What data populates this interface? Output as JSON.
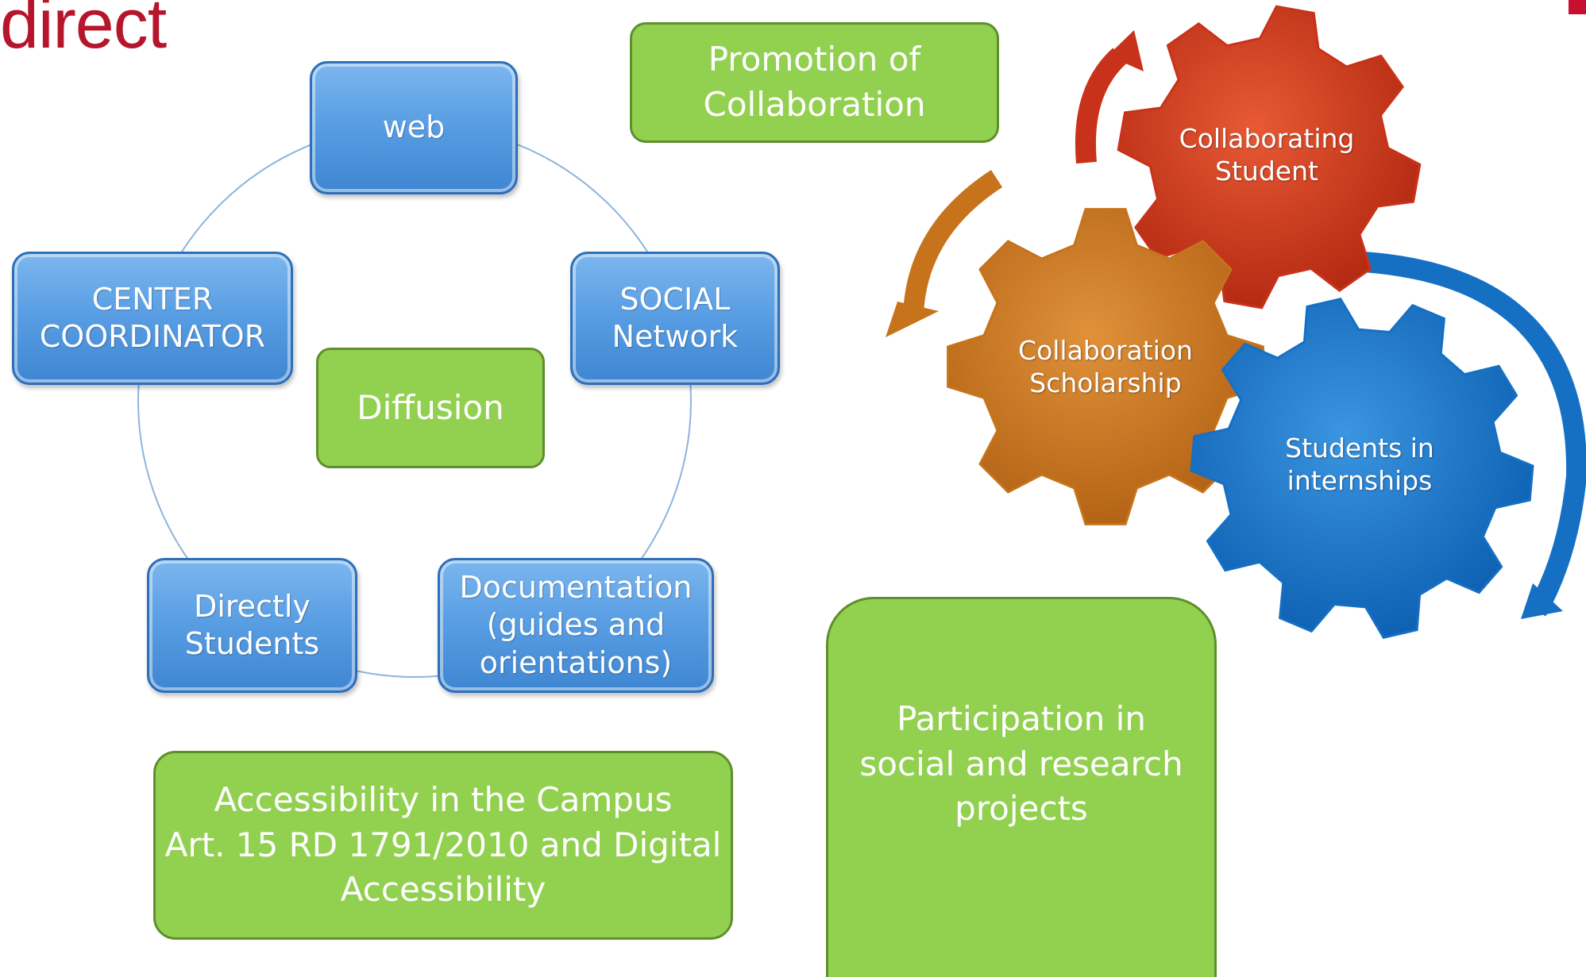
{
  "header": {
    "title": "direct"
  },
  "cycle": {
    "center_label": "Diffusion",
    "nodes": [
      {
        "label": "web"
      },
      {
        "label": "SOCIAL\nNetwork"
      },
      {
        "label": "Documentation\n(guides and\norientations)"
      },
      {
        "label": "Directly\nStudents"
      },
      {
        "label": "CENTER\nCOORDINATOR"
      }
    ]
  },
  "notes": {
    "promotion": "Promotion of\nCollaboration",
    "accessibility": "Accessibility in the Campus\nArt. 15 RD 1791/2010 and Digital\nAccessibility",
    "participation": "Participation in\nsocial and research\nprojects"
  },
  "gears": [
    {
      "label": "Collaborating\nStudent",
      "color": "#c9321a"
    },
    {
      "label": "Collaboration\nScholarship",
      "color": "#c6731c"
    },
    {
      "label": "Students in\ninternships",
      "color": "#1570c4"
    }
  ],
  "colors": {
    "box_blue": "#5a9fe4",
    "box_green": "#92d050",
    "title_red": "#b5162b"
  }
}
